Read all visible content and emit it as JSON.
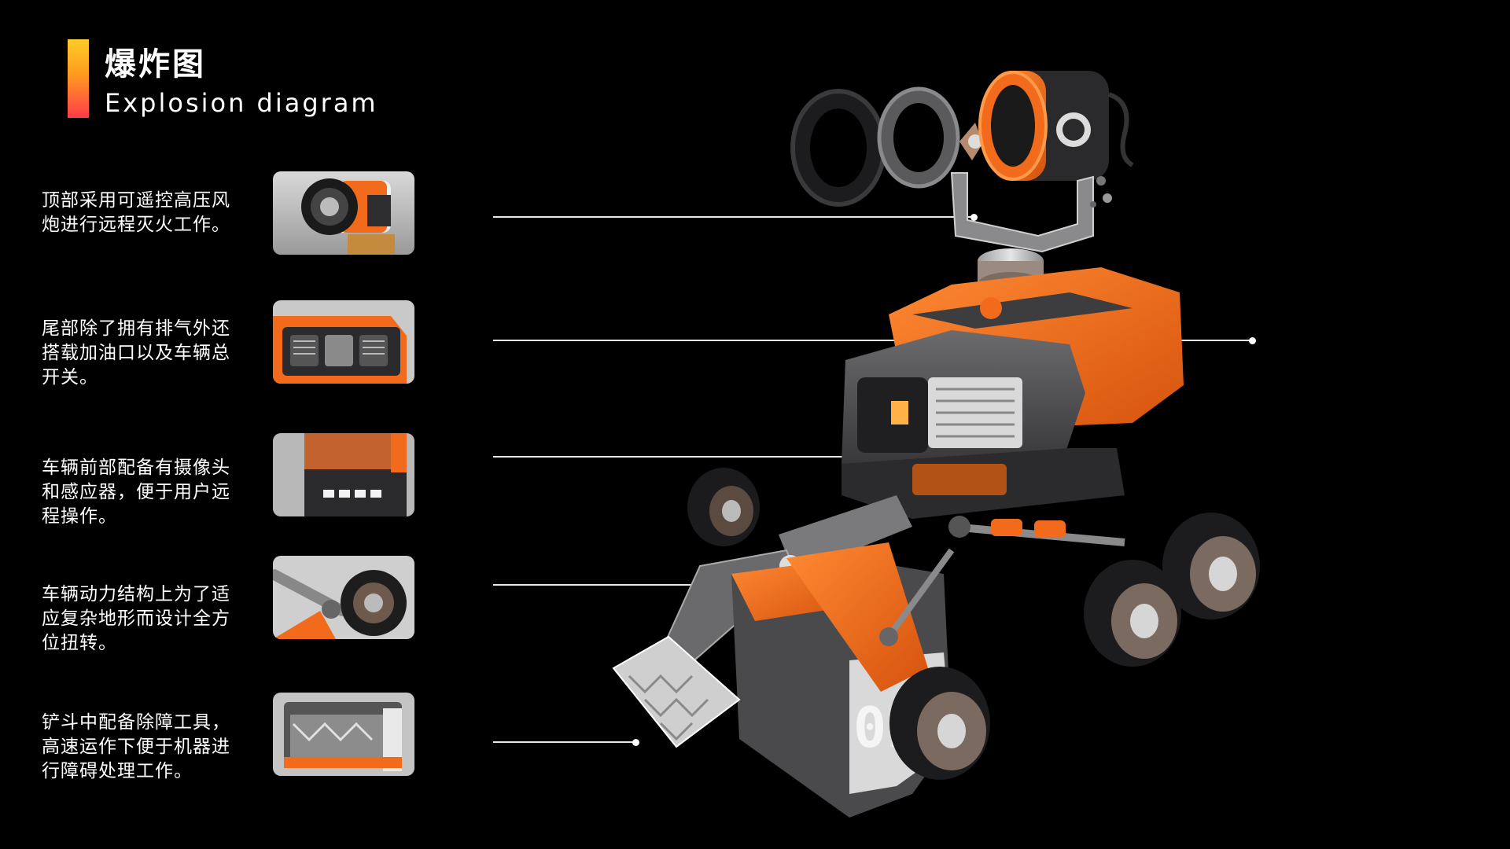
{
  "header": {
    "title_cn": "爆炸图",
    "title_en": "Explosion diagram"
  },
  "features": [
    {
      "line1": "顶部采用可遥控高压风",
      "line2": "炮进行远程灭火工作。",
      "line3": "",
      "thumb_icon": "water-cannon-icon"
    },
    {
      "line1": "尾部除了拥有排气外还",
      "line2": "搭载加油口以及车辆总",
      "line3": "开关。",
      "thumb_icon": "rear-exhaust-icon"
    },
    {
      "line1": "车辆前部配备有摄像头",
      "line2": "和感应器，便于用户远",
      "line3": "程操作。",
      "thumb_icon": "front-camera-icon"
    },
    {
      "line1": "车辆动力结构上为了适",
      "line2": "应复杂地形而设计全方",
      "line3": "位扭转。",
      "thumb_icon": "wheel-suspension-icon"
    },
    {
      "line1": "铲斗中配备除障工具，",
      "line2": "高速运作下便于机器进",
      "line3": "行障碍处理工作。",
      "thumb_icon": "shovel-bucket-icon"
    }
  ],
  "bucket_label": "01",
  "colors": {
    "accent_orange": "#f26b1d",
    "dark_metal": "#3a3a3c",
    "background": "#000000",
    "bar_gradient_top": "#ffcc29",
    "bar_gradient_bottom": "#ff3b4a"
  }
}
